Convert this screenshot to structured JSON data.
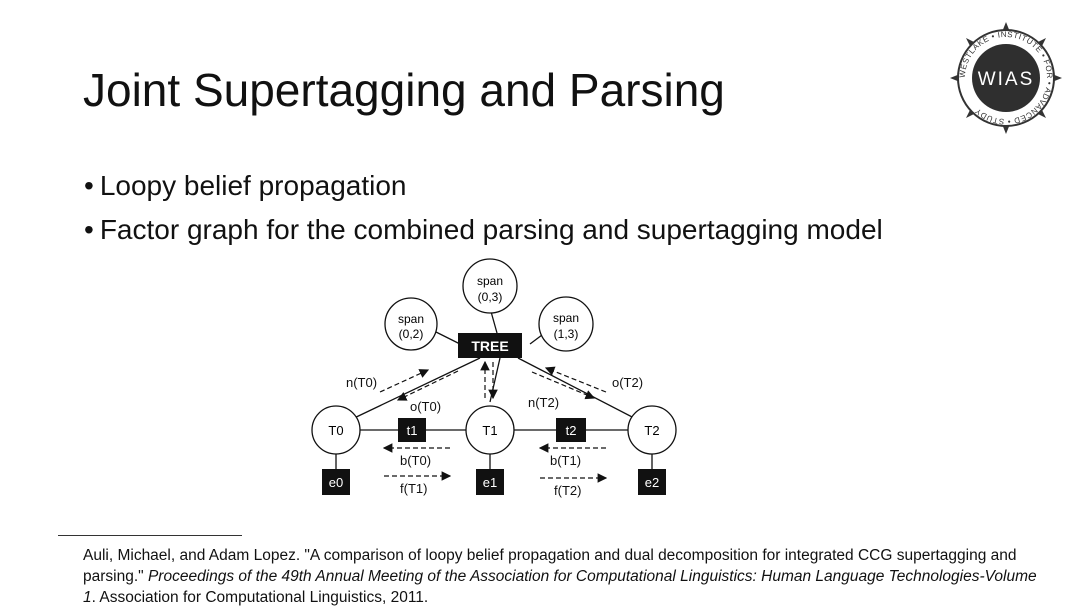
{
  "slide": {
    "title": "Joint Supertagging and Parsing",
    "bullets": [
      "Loopy belief propagation",
      "Factor graph for the combined parsing and supertagging model"
    ]
  },
  "logo": {
    "center_text": "WIAS",
    "ring_text": "WESTLAKE • INSTITUTE • FOR • ADVANCED • STUDY"
  },
  "figure": {
    "span_nodes": [
      {
        "line1": "span",
        "line2": "(0,3)"
      },
      {
        "line1": "span",
        "line2": "(0,2)"
      },
      {
        "line1": "span",
        "line2": "(1,3)"
      }
    ],
    "tree_label": "TREE",
    "var_nodes": [
      "T0",
      "T1",
      "T2"
    ],
    "factor_nodes": [
      "t1",
      "t2"
    ],
    "emission_nodes": [
      "e0",
      "e1",
      "e2"
    ],
    "messages": {
      "n_T0": "n(T0)",
      "o_T0": "o(T0)",
      "n_T2": "n(T2)",
      "o_T2": "o(T2)",
      "b_T0": "b(T0)",
      "f_T1": "f(T1)",
      "b_T1": "b(T1)",
      "f_T2": "f(T2)"
    }
  },
  "citation": {
    "authors": "Auli, Michael, and Adam Lopez. \"A comparison of loopy belief propagation and dual decomposition for integrated CCG supertagging and parsing.\" ",
    "venue": "Proceedings of the 49th Annual Meeting of the Association for Computational Linguistics: Human Language Technologies-Volume 1",
    "publisher": ". Association for Computational Linguistics, 2011."
  }
}
